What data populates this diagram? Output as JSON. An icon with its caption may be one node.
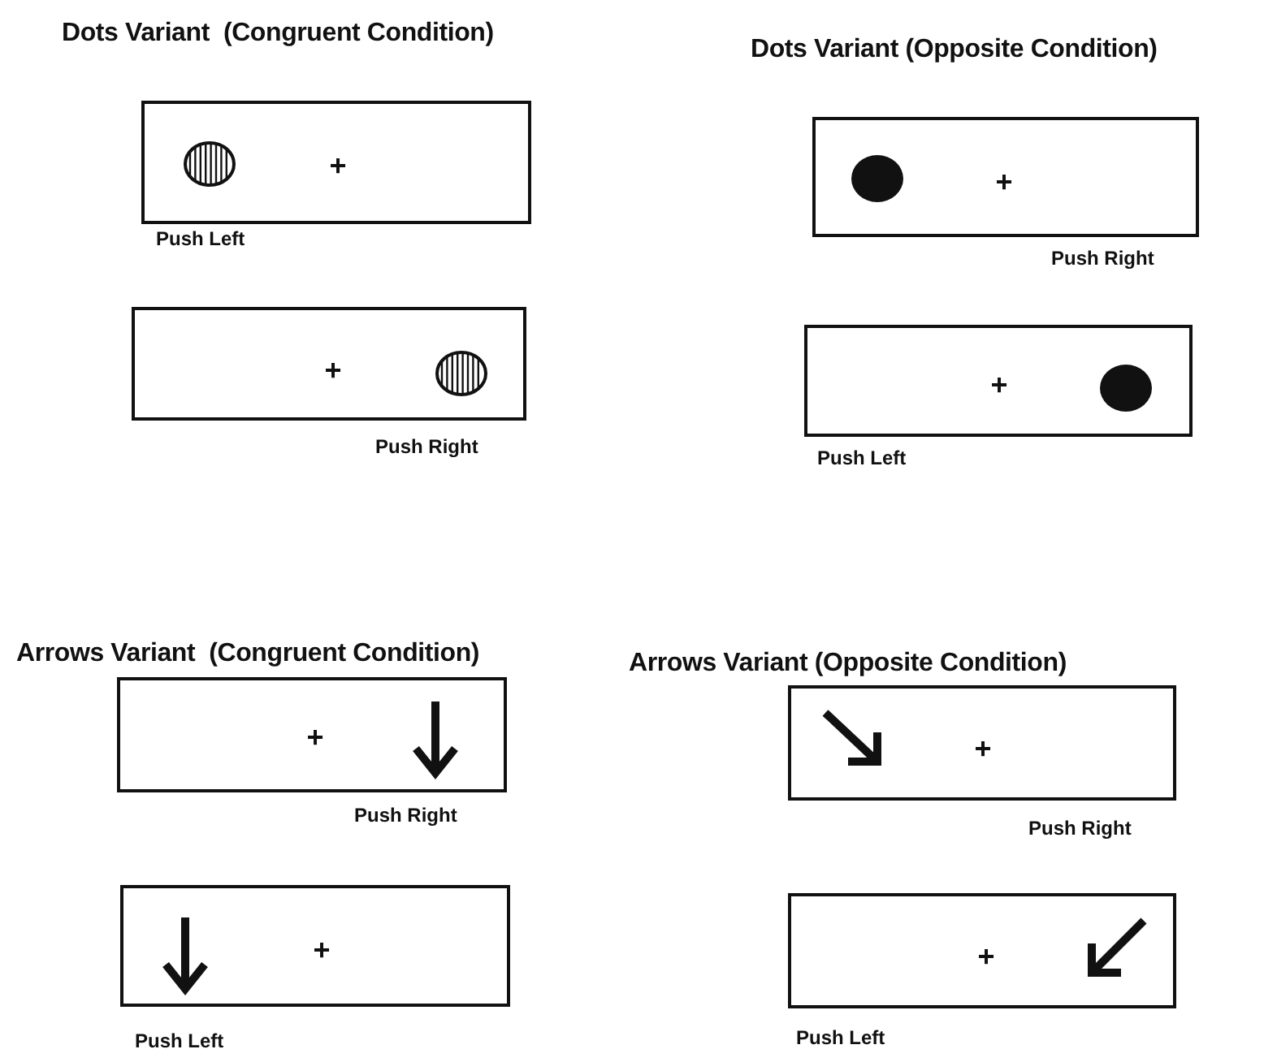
{
  "diagram": {
    "nodes": [
      {
        "text": [
          "+"
        ],
        "beside": [
          "Push Left"
        ]
      },
      {
        "text": [
          "+"
        ],
        "beside": [
          "Push Right"
        ]
      },
      {
        "text": [
          "+"
        ],
        "beside": [
          "Push Right"
        ]
      },
      {
        "text": [
          "+"
        ],
        "beside": [
          "Push Left"
        ]
      },
      {
        "text": [
          "+"
        ],
        "beside": [
          "Push Right"
        ]
      },
      {
        "text": [
          "+"
        ],
        "beside": [
          "Push Left"
        ]
      },
      {
        "text": [
          "+"
        ],
        "beside": [
          "Push Right"
        ]
      },
      {
        "text": [
          "+"
        ],
        "beside": [
          "Push Left"
        ]
      }
    ],
    "labels": [
      "Dots Variant  (Congruent Condition)",
      "Dots Variant (Opposite Condition)",
      "Arrows Variant  (Congruent Condition)",
      "Arrows Variant (Opposite Condition)"
    ]
  }
}
